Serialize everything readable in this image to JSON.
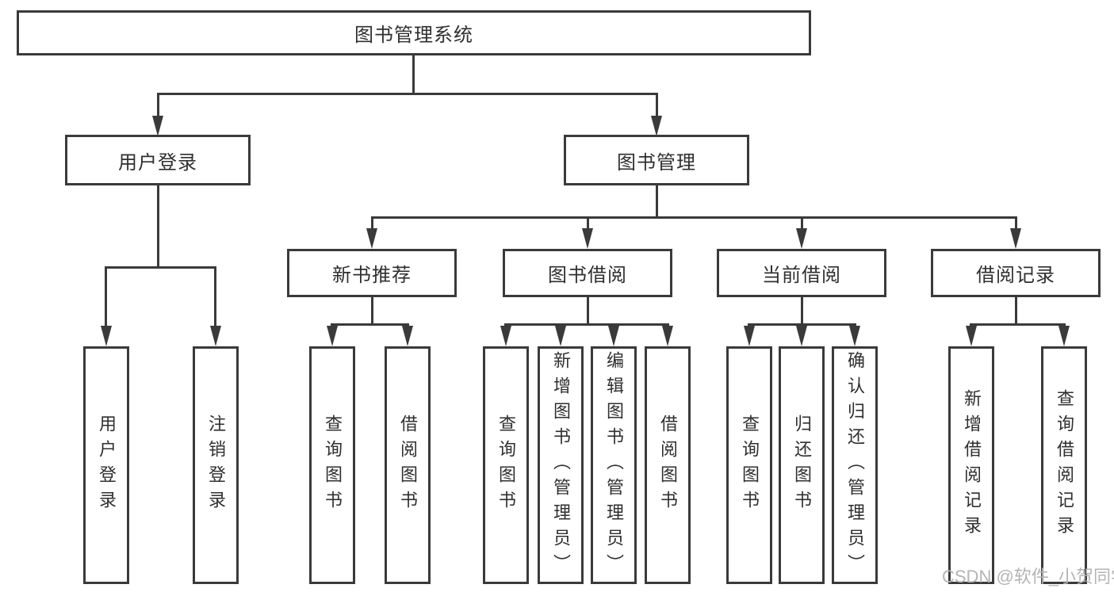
{
  "root": {
    "label": "图书管理系统"
  },
  "level2": [
    {
      "label": "用户登录"
    },
    {
      "label": "图书管理"
    }
  ],
  "level3": [
    {
      "label": "新书推荐"
    },
    {
      "label": "图书借阅"
    },
    {
      "label": "当前借阅"
    },
    {
      "label": "借阅记录"
    }
  ],
  "level4": {
    "user_login": [
      {
        "label": "用户登录"
      },
      {
        "label": "注销登录"
      }
    ],
    "new_books": [
      {
        "label": "查询图书"
      },
      {
        "label": "借阅图书"
      }
    ],
    "book_borrow": [
      {
        "label": "查询图书"
      },
      {
        "label": "新增图书（管理员）"
      },
      {
        "label": "编辑图书（管理员）"
      },
      {
        "label": "借阅图书"
      }
    ],
    "current_borrow": [
      {
        "label": "查询图书"
      },
      {
        "label": "归还图书"
      },
      {
        "label": "确认归还（管理员）"
      }
    ],
    "borrow_records": [
      {
        "label": "新增借阅记录"
      },
      {
        "label": "查询借阅记录"
      }
    ]
  },
  "watermark": {
    "text": "CSDN @软件_小贺同学"
  },
  "colors": {
    "line": "#3a3a3a",
    "text": "#2f2f2f",
    "background": "#ffffff",
    "watermark": "#b4b4b4"
  }
}
